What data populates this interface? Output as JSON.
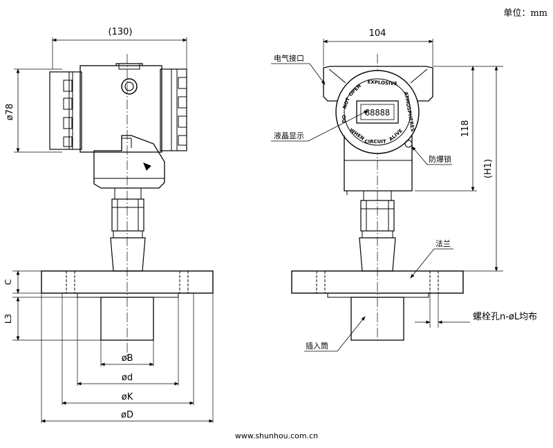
{
  "unit_label": "单位：mm",
  "footer": "www.shunhou.com.cn",
  "front_view": {
    "dim_width": "(130)",
    "dim_diameter": "ø78",
    "dim_c": "C",
    "dim_l3": "L3",
    "dim_b": "øB",
    "dim_d_small": "ød",
    "dim_k": "øK",
    "dim_d_big": "øD"
  },
  "side_view": {
    "dim_width": "104",
    "dim_height": "118",
    "dim_h1": "(H1)",
    "label_connector": "电气接口",
    "label_lcd": "液晶显示",
    "label_lock": "防爆锁",
    "label_flange": "法兰",
    "label_bolt": "螺栓孔n-øL均布",
    "label_tube": "插入筒",
    "lid_text_1": "EXPLOSIVE",
    "lid_text_2": "ATMOSPHERES",
    "lid_text_3": "ALIVE",
    "lid_text_4": "CIRCUIT",
    "lid_text_5": "WHEN",
    "lid_text_6": "OPEN",
    "lid_text_7": "NOT",
    "lid_text_8": "DO",
    "lcd_value": "88888"
  }
}
